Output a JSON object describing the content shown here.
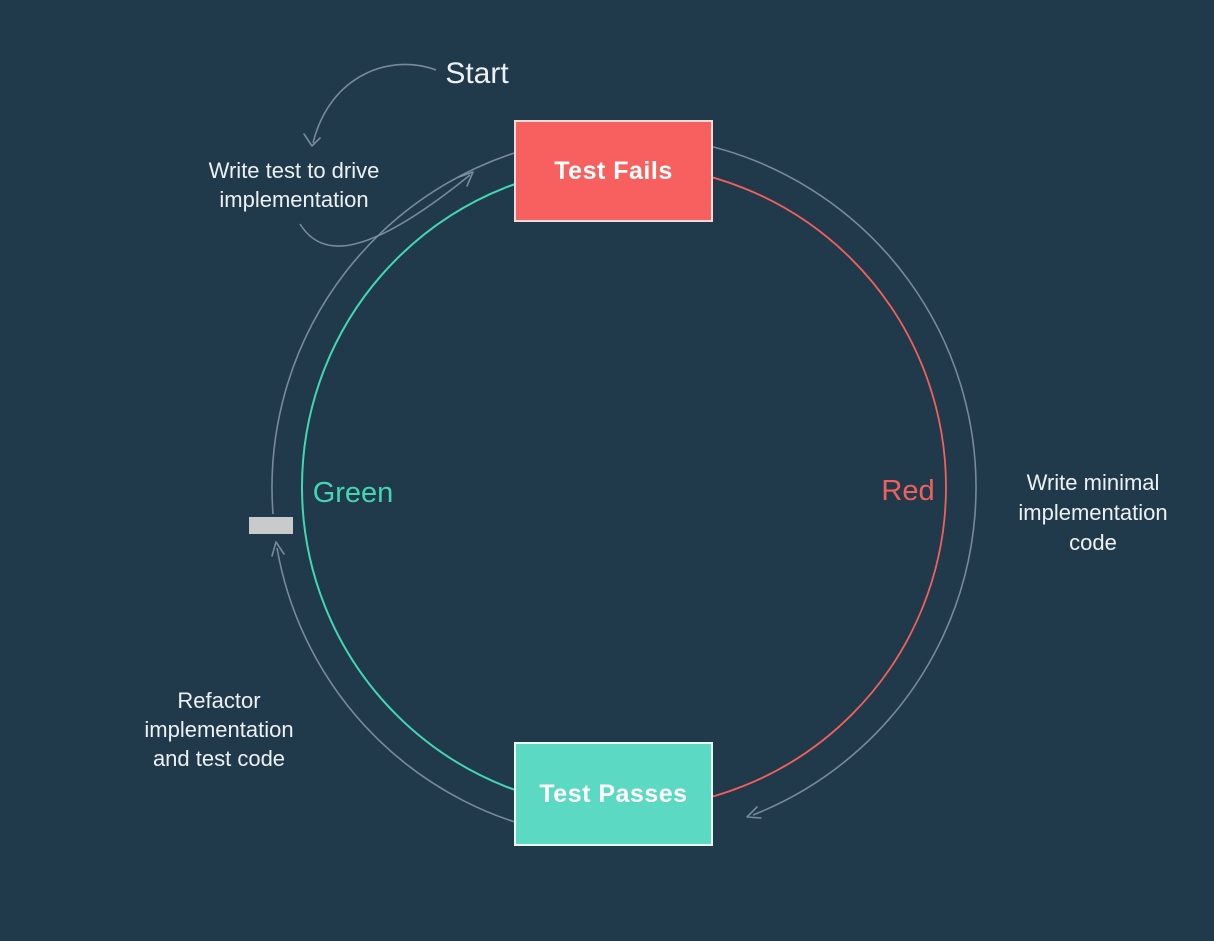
{
  "diagram": {
    "name": "TDD cycle (Red / Green)",
    "background_color": "#20394B",
    "nodes": {
      "test_fails": {
        "label": "Test Fails",
        "fill": "#F7605E",
        "border": "#F4DBDB",
        "text_color": "#FFFFFF"
      },
      "test_passes": {
        "label": "Test Passes",
        "fill": "#5BD9C2",
        "border": "#EBF8F4",
        "text_color": "#FFFFFF"
      }
    },
    "phases": {
      "green": {
        "label": "Green",
        "color": "#43D6B2"
      },
      "red": {
        "label": "Red",
        "color": "#F2605E"
      }
    },
    "annotations": {
      "start": {
        "text": "Start"
      },
      "write_test": {
        "text": "Write test to drive\nimplementation"
      },
      "write_minimal": {
        "text": "Write minimal\nimplementation\ncode"
      },
      "refactor": {
        "text": "Refactor\nimplementation\nand test code"
      }
    },
    "flow": {
      "direction": "clockwise",
      "outer_ring_color": "#8093A5",
      "refactor_marker_color": "#C8CACB",
      "text_color": "#EDF1F2"
    }
  }
}
